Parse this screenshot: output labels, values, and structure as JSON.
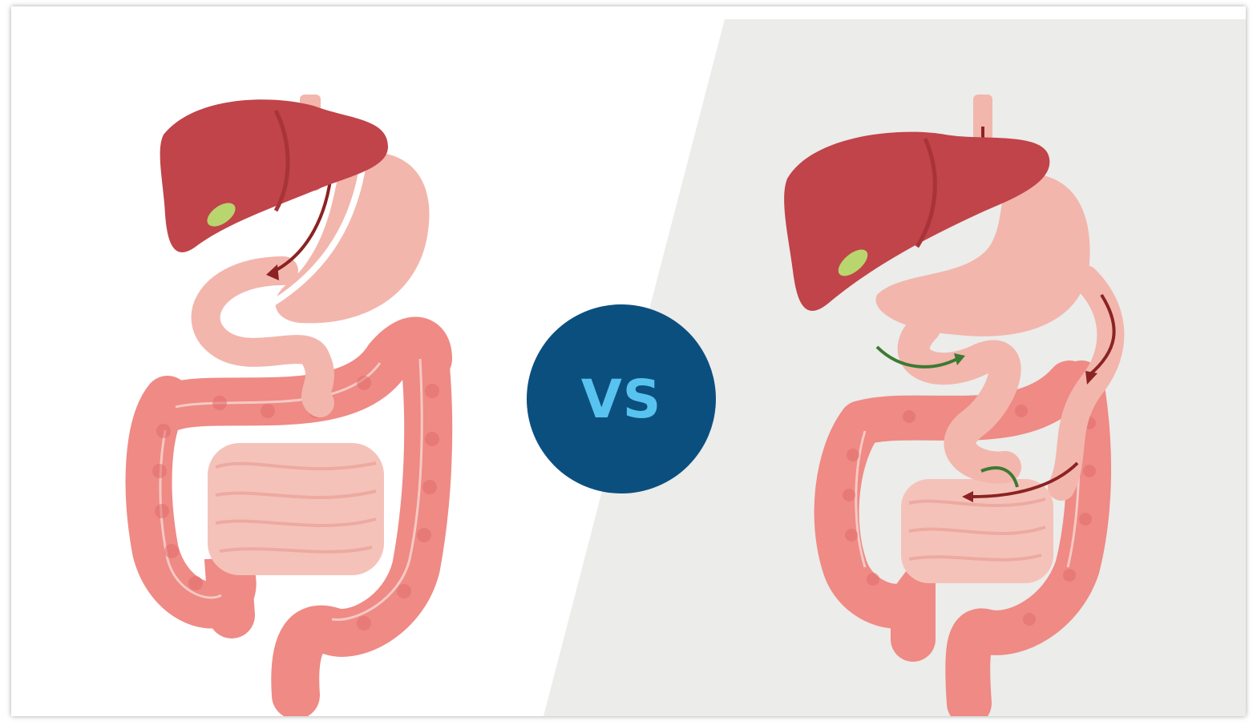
{
  "badge": {
    "label": "VS"
  },
  "colors": {
    "liver": "#c0444a",
    "liver_shade": "#a83439",
    "stomach": "#f2b6ad",
    "colon": "#ef8a85",
    "colon_dark": "#e16e6d",
    "small_intestine": "#f5c2ba",
    "gallbladder": "#b9d56d",
    "arrow_red": "#8b2323",
    "arrow_green": "#3c7a32",
    "badge_bg": "#0b4f7f",
    "badge_text": "#59c3ef",
    "right_panel_bg": "#ececea"
  },
  "panels": [
    {
      "side": "left",
      "illustration": "digestive-system-bypass-icon"
    },
    {
      "side": "right",
      "illustration": "digestive-system-normal-icon"
    }
  ]
}
